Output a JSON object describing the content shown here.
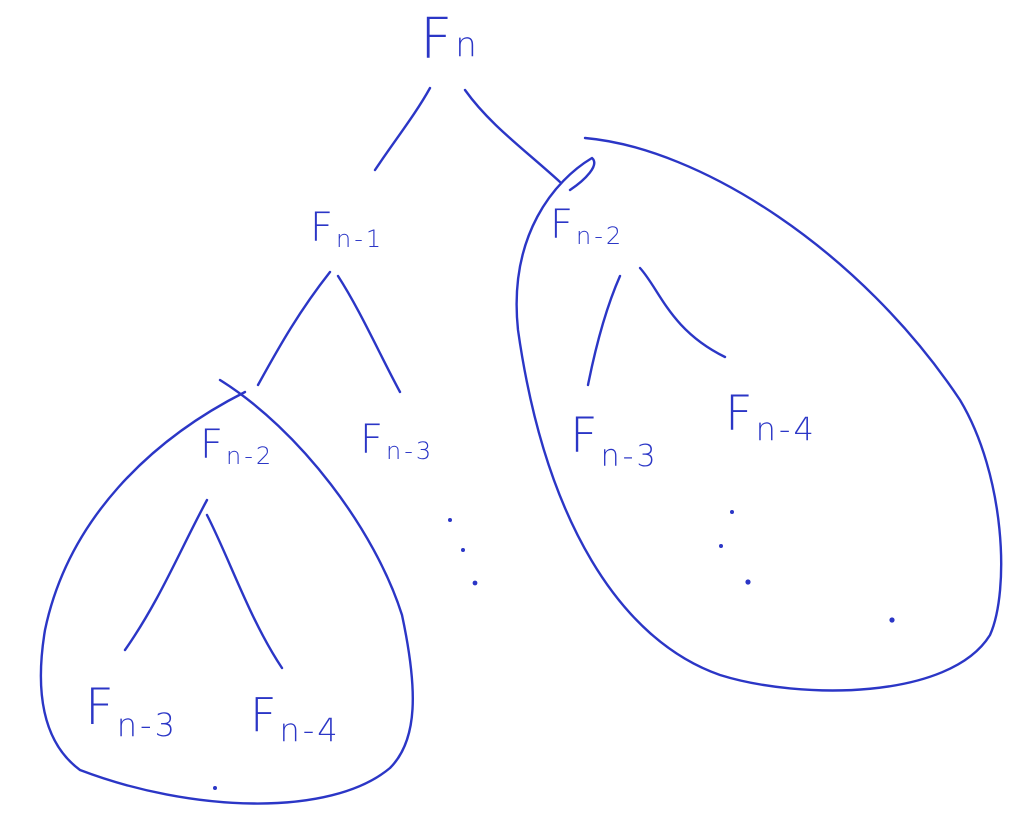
{
  "diagram": {
    "title": "Fibonacci recursion tree",
    "color": "#2b36c6",
    "nodes": {
      "root": {
        "letter": "F",
        "sub": "n"
      },
      "left": {
        "letter": "F",
        "sub": "n-1"
      },
      "right": {
        "letter": "F",
        "sub": "n-2"
      },
      "left_left": {
        "letter": "F",
        "sub": "n-2"
      },
      "left_right": {
        "letter": "F",
        "sub": "n-3"
      },
      "right_left": {
        "letter": "F",
        "sub": "n-3"
      },
      "right_right": {
        "letter": "F",
        "sub": "n-4"
      },
      "ll_left": {
        "letter": "F",
        "sub": "n-3"
      },
      "ll_right": {
        "letter": "F",
        "sub": "n-4"
      }
    }
  }
}
